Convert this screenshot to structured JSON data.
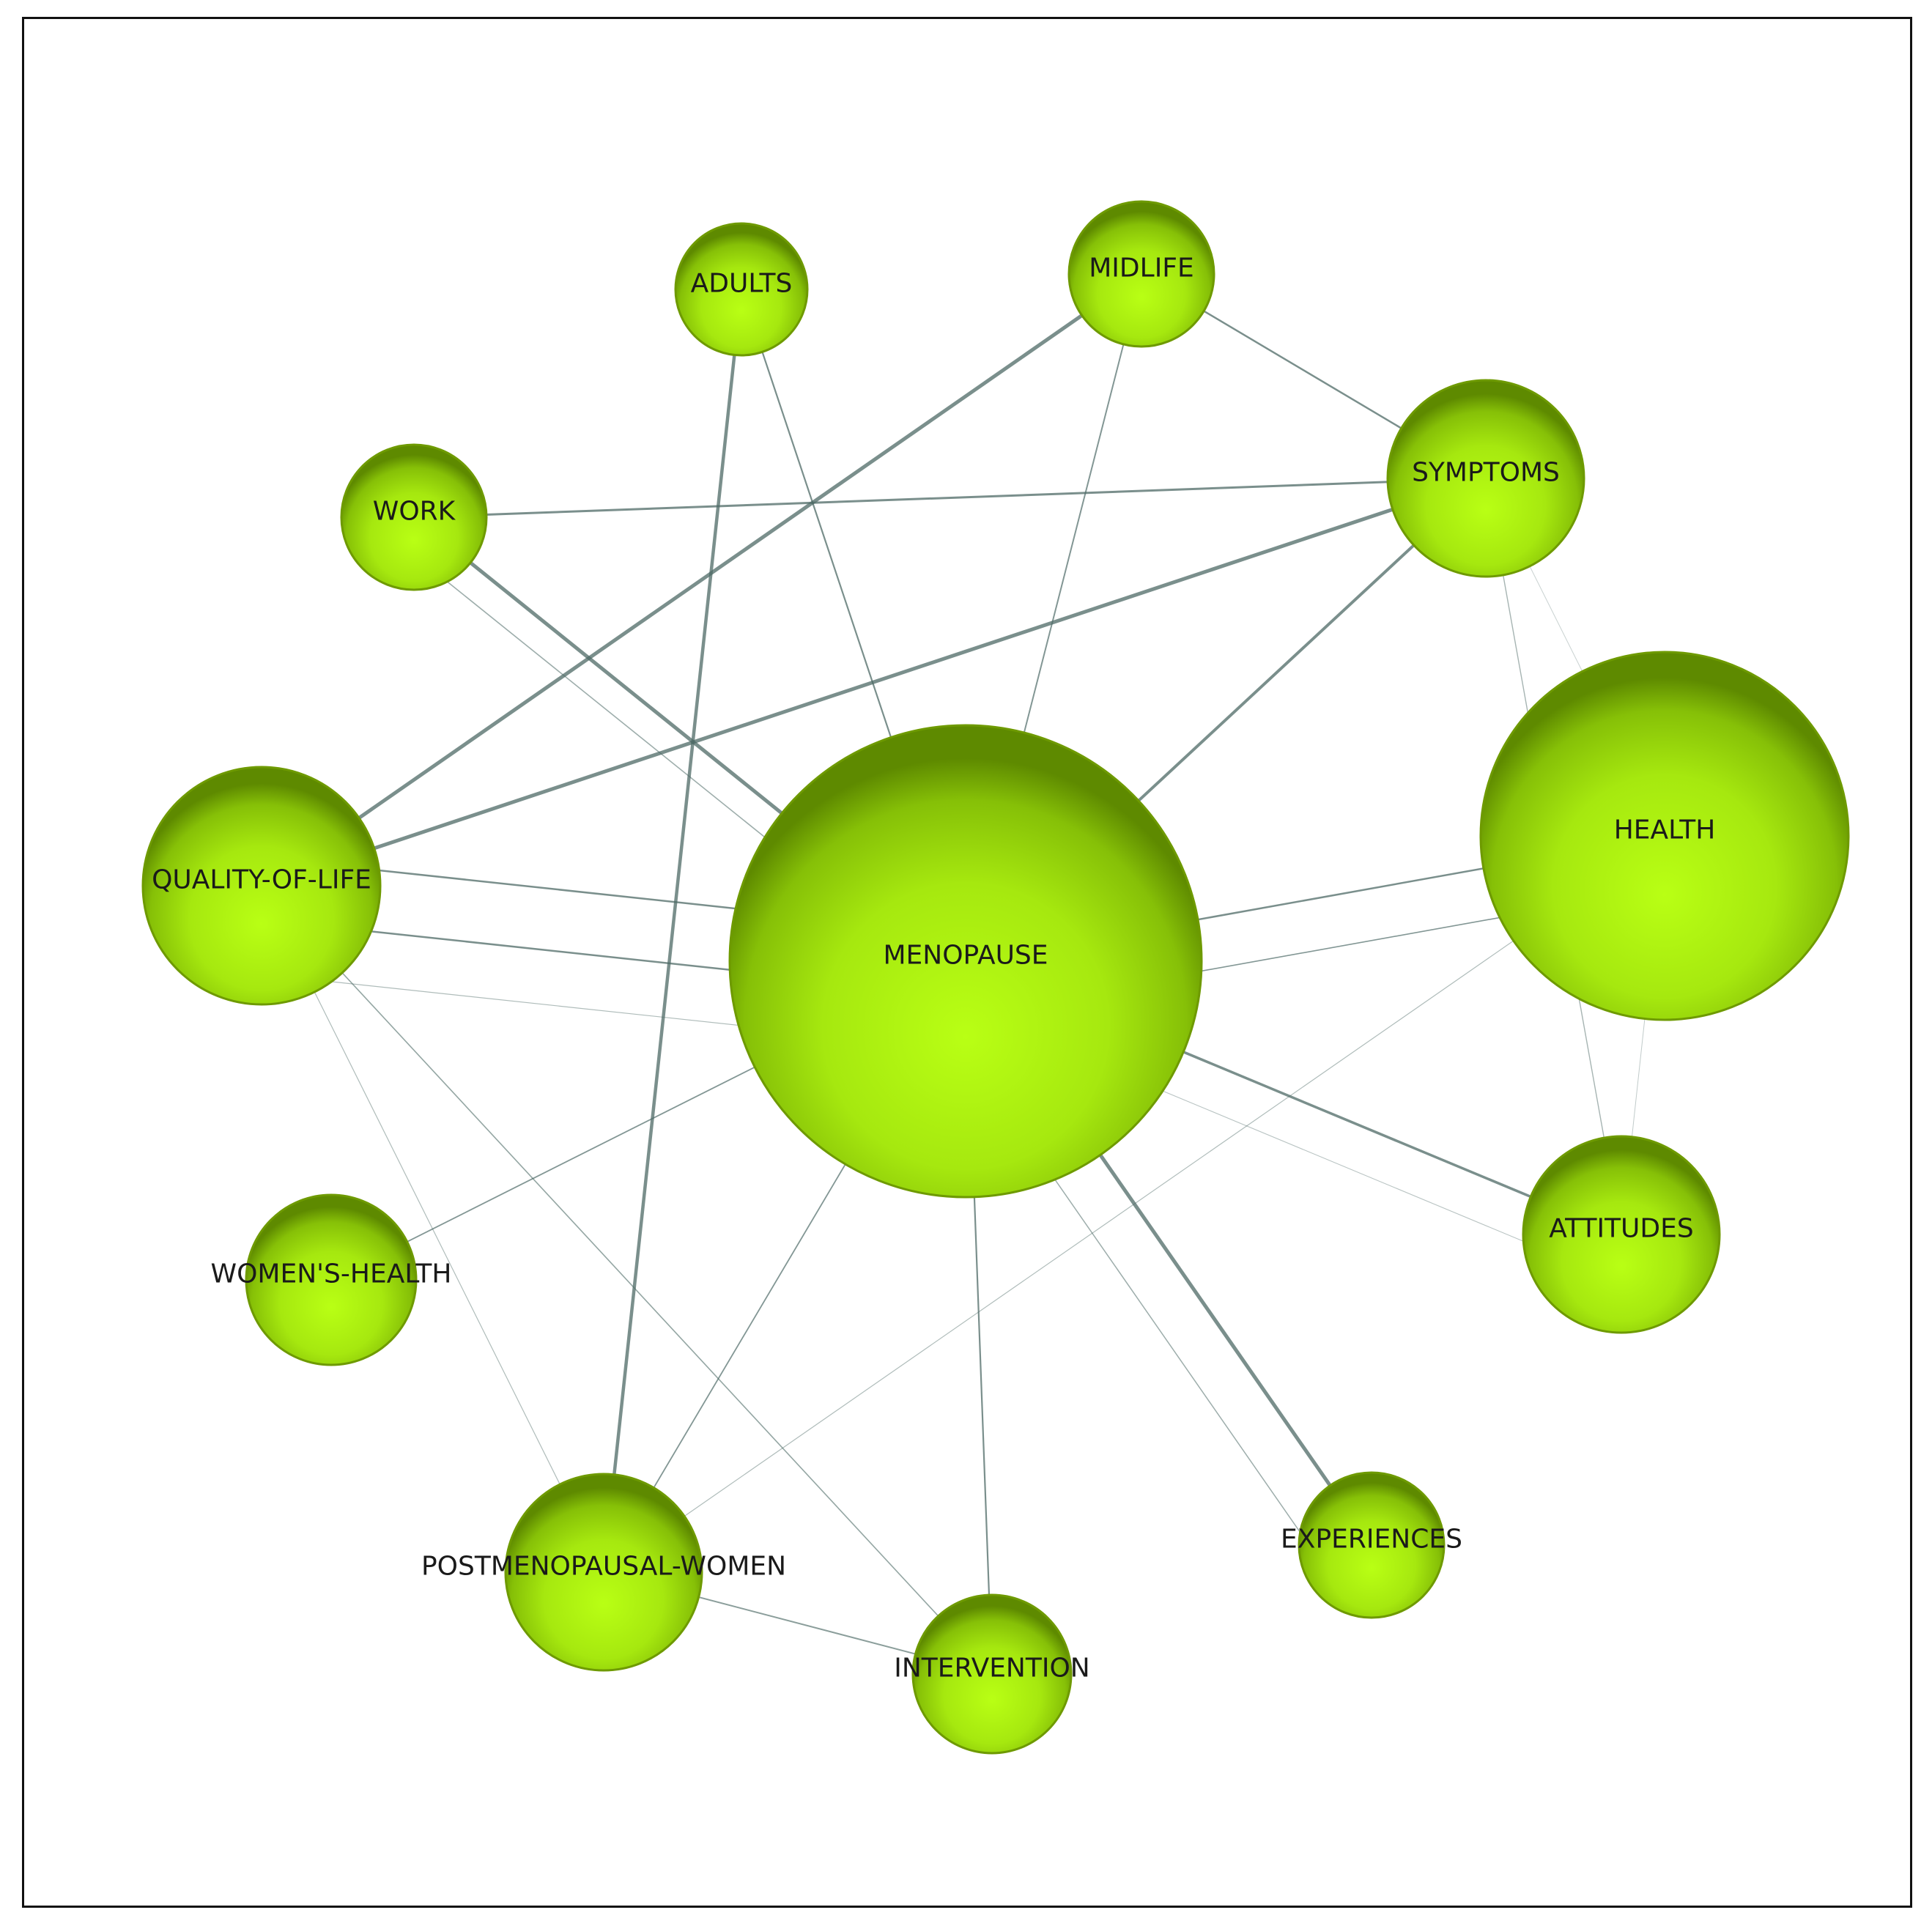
{
  "diagram": {
    "type": "co-occurrence network",
    "node_color": "#aef014",
    "node_edge_color": "#6e9a00",
    "edge_color": "#4d6a66",
    "nodes": [
      {
        "id": "menopause",
        "label": "MENOPAUSE"
      },
      {
        "id": "health",
        "label": "HEALTH"
      },
      {
        "id": "quality_of_life",
        "label": "QUALITY-OF-LIFE"
      },
      {
        "id": "symptoms",
        "label": "SYMPTOMS"
      },
      {
        "id": "attitudes",
        "label": "ATTITUDES"
      },
      {
        "id": "postmenopausal_women",
        "label": "POSTMENOPAUSAL-WOMEN"
      },
      {
        "id": "intervention",
        "label": "INTERVENTION"
      },
      {
        "id": "experiences",
        "label": "EXPERIENCES"
      },
      {
        "id": "womens_health",
        "label": "WOMEN'S-HEALTH"
      },
      {
        "id": "work",
        "label": "WORK"
      },
      {
        "id": "midlife",
        "label": "MIDLIFE"
      },
      {
        "id": "adults",
        "label": "ADULTS"
      }
    ],
    "edges": [
      {
        "source": "work",
        "target": "menopause"
      },
      {
        "source": "menopause",
        "target": "experiences"
      },
      {
        "source": "quality_of_life",
        "target": "midlife"
      },
      {
        "source": "quality_of_life",
        "target": "symptoms"
      },
      {
        "source": "menopause",
        "target": "symptoms"
      },
      {
        "source": "adults",
        "target": "postmenopausal_women"
      },
      {
        "source": "menopause",
        "target": "attitudes"
      },
      {
        "source": "work",
        "target": "symptoms"
      },
      {
        "source": "midlife",
        "target": "symptoms"
      },
      {
        "source": "menopause",
        "target": "health"
      },
      {
        "source": "quality_of_life",
        "target": "menopause"
      },
      {
        "source": "quality_of_life",
        "target": "menopause"
      },
      {
        "source": "menopause",
        "target": "intervention"
      },
      {
        "source": "adults",
        "target": "menopause"
      },
      {
        "source": "midlife",
        "target": "menopause"
      },
      {
        "source": "menopause",
        "target": "womens_health"
      },
      {
        "source": "menopause",
        "target": "postmenopausal_women"
      },
      {
        "source": "menopause",
        "target": "health"
      },
      {
        "source": "work",
        "target": "menopause"
      },
      {
        "source": "symptoms",
        "target": "attitudes"
      },
      {
        "source": "quality_of_life",
        "target": "intervention"
      },
      {
        "source": "quality_of_life",
        "target": "postmenopausal_women"
      },
      {
        "source": "health",
        "target": "postmenopausal_women"
      },
      {
        "source": "postmenopausal_women",
        "target": "intervention"
      },
      {
        "source": "quality_of_life",
        "target": "menopause"
      },
      {
        "source": "menopause",
        "target": "attitudes"
      },
      {
        "source": "menopause",
        "target": "experiences"
      },
      {
        "source": "health",
        "target": "attitudes"
      },
      {
        "source": "symptoms",
        "target": "health"
      }
    ]
  }
}
